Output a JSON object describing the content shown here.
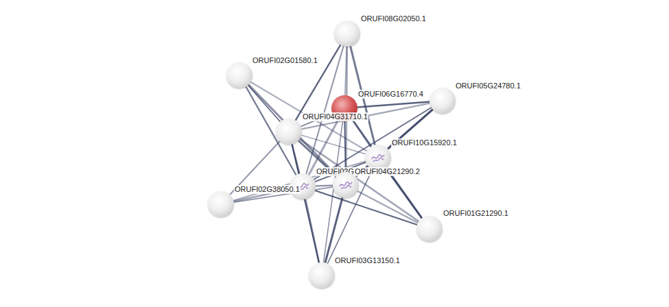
{
  "diagram": {
    "nodes": [
      {
        "text": [
          "ORUFI08G02050.1"
        ]
      },
      {
        "text": [
          "ORUFI02G01580.1"
        ]
      },
      {
        "text": [
          "ORUFI06G16770.4"
        ]
      },
      {
        "text": [
          "ORUFI05G24780.1"
        ]
      },
      {
        "text": [
          "ORUFI04G31710.1"
        ]
      },
      {
        "text": [
          "ORUFI10G15920.1"
        ]
      },
      {
        "text": [
          "ORUFI02G"
        ]
      },
      {
        "text": [
          "ORUFI04G21290.2"
        ]
      },
      {
        "text": [
          "ORUFI02G38050.1"
        ]
      },
      {
        "text": [
          "ORUFI01G21290.1"
        ]
      },
      {
        "text": [
          "ORUFI03G13150.1"
        ]
      }
    ],
    "edges": [
      {
        "from": 0,
        "to": 2,
        "arrow": "none"
      },
      {
        "from": 0,
        "to": 4,
        "arrow": "none"
      },
      {
        "from": 0,
        "to": 5,
        "arrow": "none"
      },
      {
        "from": 0,
        "to": 6,
        "arrow": "none"
      },
      {
        "from": 0,
        "to": 7,
        "arrow": "none"
      },
      {
        "from": 1,
        "to": 4,
        "arrow": "none"
      },
      {
        "from": 1,
        "to": 6,
        "arrow": "none"
      },
      {
        "from": 1,
        "to": 7,
        "arrow": "none"
      },
      {
        "from": 1,
        "to": 5,
        "arrow": "none"
      },
      {
        "from": 2,
        "to": 3,
        "arrow": "none"
      },
      {
        "from": 2,
        "to": 4,
        "arrow": "none"
      },
      {
        "from": 2,
        "to": 5,
        "arrow": "none"
      },
      {
        "from": 2,
        "to": 6,
        "arrow": "none"
      },
      {
        "from": 2,
        "to": 7,
        "arrow": "none"
      },
      {
        "from": 2,
        "to": 9,
        "arrow": "none"
      },
      {
        "from": 2,
        "to": 10,
        "arrow": "none"
      },
      {
        "from": 3,
        "to": 4,
        "arrow": "none"
      },
      {
        "from": 3,
        "to": 5,
        "arrow": "none"
      },
      {
        "from": 3,
        "to": 6,
        "arrow": "none"
      },
      {
        "from": 3,
        "to": 7,
        "arrow": "none"
      },
      {
        "from": 4,
        "to": 5,
        "arrow": "none"
      },
      {
        "from": 4,
        "to": 6,
        "arrow": "none"
      },
      {
        "from": 4,
        "to": 7,
        "arrow": "none"
      },
      {
        "from": 4,
        "to": 8,
        "arrow": "none"
      },
      {
        "from": 4,
        "to": 9,
        "arrow": "none"
      },
      {
        "from": 4,
        "to": 10,
        "arrow": "none"
      },
      {
        "from": 5,
        "to": 6,
        "arrow": "none"
      },
      {
        "from": 5,
        "to": 7,
        "arrow": "none"
      },
      {
        "from": 5,
        "to": 8,
        "arrow": "none"
      },
      {
        "from": 5,
        "to": 9,
        "arrow": "none"
      },
      {
        "from": 5,
        "to": 10,
        "arrow": "none"
      },
      {
        "from": 6,
        "to": 7,
        "arrow": "none"
      },
      {
        "from": 6,
        "to": 8,
        "arrow": "none"
      },
      {
        "from": 6,
        "to": 9,
        "arrow": "none"
      },
      {
        "from": 6,
        "to": 10,
        "arrow": "none"
      },
      {
        "from": 7,
        "to": 8,
        "arrow": "none"
      },
      {
        "from": 7,
        "to": 9,
        "arrow": "none"
      },
      {
        "from": 7,
        "to": 10,
        "arrow": "none"
      }
    ]
  }
}
